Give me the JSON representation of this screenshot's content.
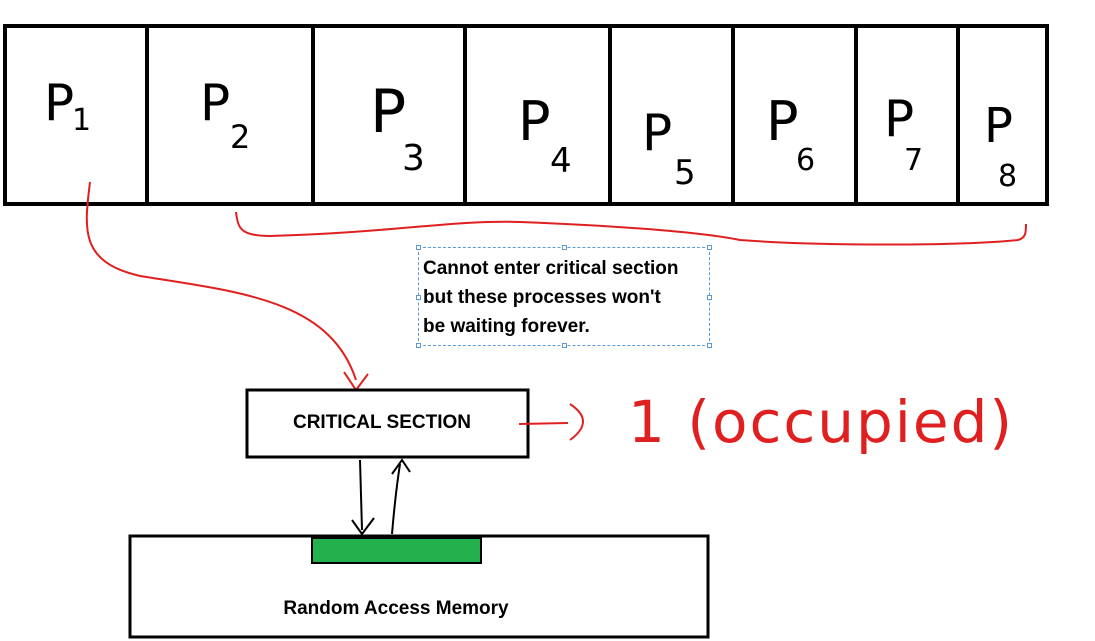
{
  "processes": [
    {
      "letter": "P",
      "index": "1"
    },
    {
      "letter": "P",
      "index": "2"
    },
    {
      "letter": "P",
      "index": "3"
    },
    {
      "letter": "P",
      "index": "4"
    },
    {
      "letter": "P",
      "index": "5"
    },
    {
      "letter": "P",
      "index": "6"
    },
    {
      "letter": "P",
      "index": "7"
    },
    {
      "letter": "P",
      "index": "8"
    }
  ],
  "note": {
    "text": "Cannot enter critical section\nbut these processes won't\nbe waiting forever."
  },
  "critical_section": {
    "label": "CRITICAL SECTION",
    "status": "1 (occupied)"
  },
  "memory": {
    "label": "Random Access Memory"
  },
  "colors": {
    "annotation": "#e02020",
    "memory_block": "#22b14c",
    "selection": "#5b9bd5"
  }
}
